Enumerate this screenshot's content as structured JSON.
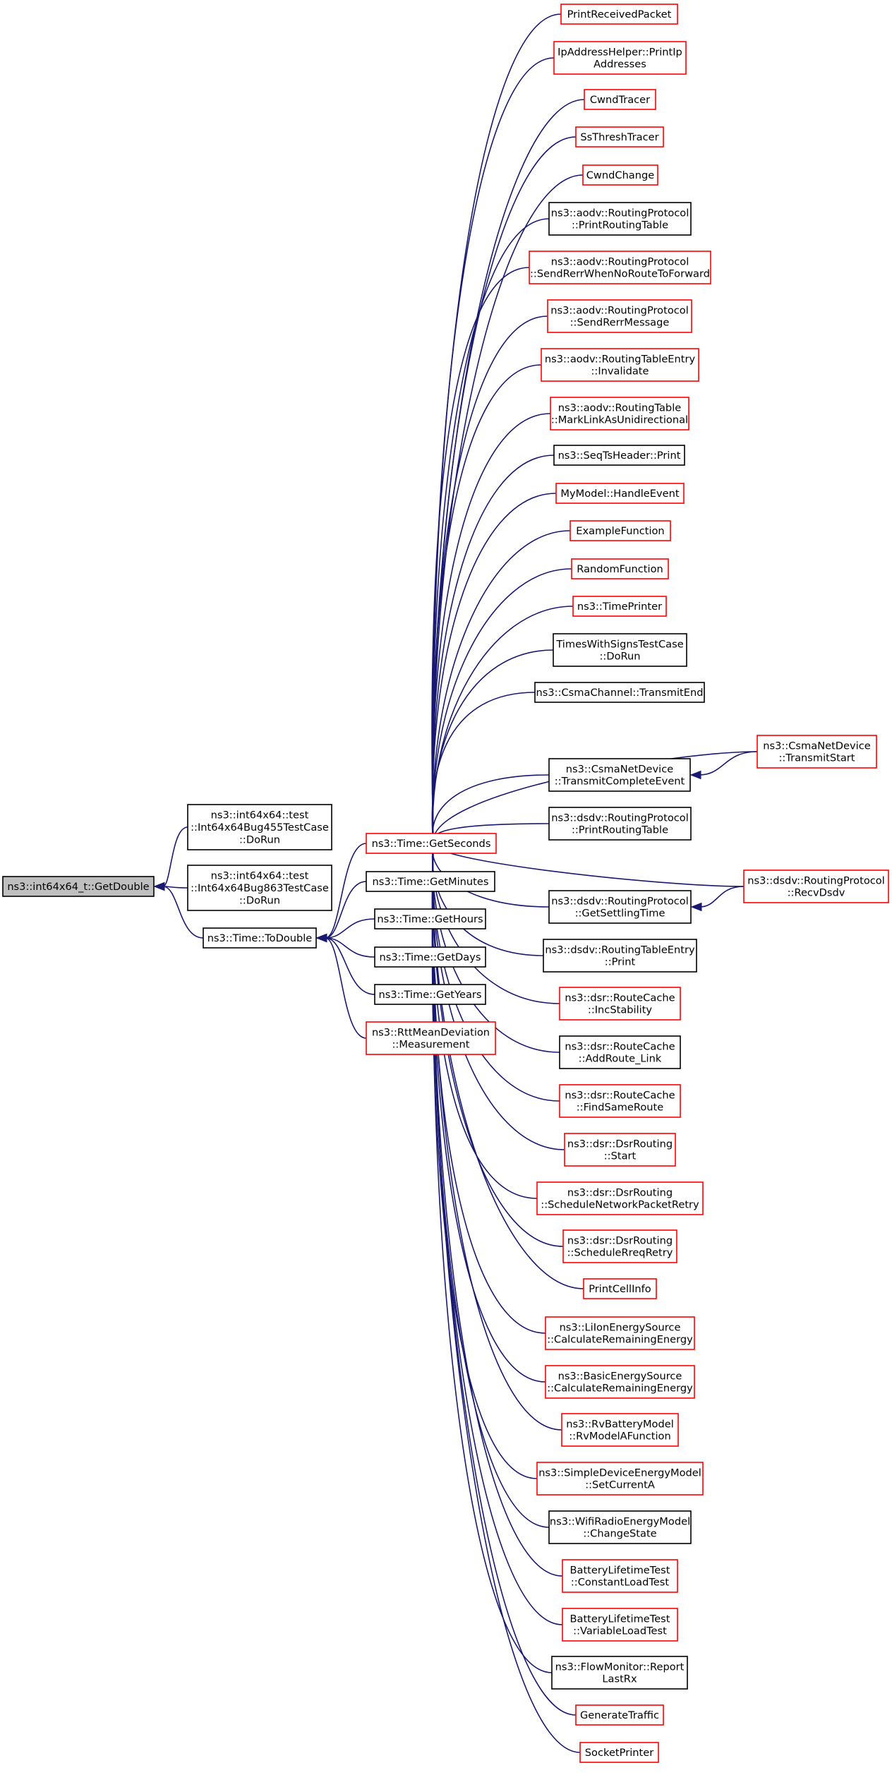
{
  "colors": {
    "black_border": "#000000",
    "red_border": "#ff0000",
    "root_fill": "#bfbfbf",
    "edge": "#191970"
  },
  "nodes": {
    "root": {
      "lines": [
        "ns3::int64x64_t::GetDouble"
      ],
      "border": "black",
      "root": true
    },
    "bug455": {
      "lines": [
        "ns3::int64x64::test",
        "::Int64x64Bug455TestCase",
        "::DoRun"
      ],
      "border": "black"
    },
    "bug863": {
      "lines": [
        "ns3::int64x64::test",
        "::Int64x64Bug863TestCase",
        "::DoRun"
      ],
      "border": "black"
    },
    "todouble": {
      "lines": [
        "ns3::Time::ToDouble"
      ],
      "border": "black"
    },
    "getseconds": {
      "lines": [
        "ns3::Time::GetSeconds"
      ],
      "border": "red"
    },
    "getminutes": {
      "lines": [
        "ns3::Time::GetMinutes"
      ],
      "border": "black"
    },
    "gethours": {
      "lines": [
        "ns3::Time::GetHours"
      ],
      "border": "black"
    },
    "getdays": {
      "lines": [
        "ns3::Time::GetDays"
      ],
      "border": "black"
    },
    "getyears": {
      "lines": [
        "ns3::Time::GetYears"
      ],
      "border": "black"
    },
    "rttmean": {
      "lines": [
        "ns3::RttMeanDeviation",
        "::Measurement"
      ],
      "border": "red"
    },
    "printreceived": {
      "lines": [
        "PrintReceivedPacket"
      ],
      "border": "red"
    },
    "ipaddr": {
      "lines": [
        "IpAddressHelper::PrintIp",
        "Addresses"
      ],
      "border": "red"
    },
    "cwndtracer": {
      "lines": [
        "CwndTracer"
      ],
      "border": "red"
    },
    "ssthresh": {
      "lines": [
        "SsThreshTracer"
      ],
      "border": "red"
    },
    "cwndchange": {
      "lines": [
        "CwndChange"
      ],
      "border": "red"
    },
    "aodv_print": {
      "lines": [
        "ns3::aodv::RoutingProtocol",
        "::PrintRoutingTable"
      ],
      "border": "black"
    },
    "aodv_rerr_noroute": {
      "lines": [
        "ns3::aodv::RoutingProtocol",
        "::SendRerrWhenNoRouteToForward"
      ],
      "border": "red"
    },
    "aodv_rerr_msg": {
      "lines": [
        "ns3::aodv::RoutingProtocol",
        "::SendRerrMessage"
      ],
      "border": "red"
    },
    "aodv_invalidate": {
      "lines": [
        "ns3::aodv::RoutingTableEntry",
        "::Invalidate"
      ],
      "border": "red"
    },
    "aodv_marklink": {
      "lines": [
        "ns3::aodv::RoutingTable",
        "::MarkLinkAsUnidirectional"
      ],
      "border": "red"
    },
    "seqts": {
      "lines": [
        "ns3::SeqTsHeader::Print"
      ],
      "border": "black"
    },
    "mymodel": {
      "lines": [
        "MyModel::HandleEvent"
      ],
      "border": "red"
    },
    "examplefn": {
      "lines": [
        "ExampleFunction"
      ],
      "border": "red"
    },
    "randomfn": {
      "lines": [
        "RandomFunction"
      ],
      "border": "red"
    },
    "timeprinter": {
      "lines": [
        "ns3::TimePrinter"
      ],
      "border": "red"
    },
    "timeswithsigns": {
      "lines": [
        "TimesWithSignsTestCase",
        "::DoRun"
      ],
      "border": "black"
    },
    "csmachannel": {
      "lines": [
        "ns3::CsmaChannel::TransmitEnd"
      ],
      "border": "black"
    },
    "csmadev_complete": {
      "lines": [
        "ns3::CsmaNetDevice",
        "::TransmitCompleteEvent"
      ],
      "border": "black"
    },
    "csmadev_start": {
      "lines": [
        "ns3::CsmaNetDevice",
        "::TransmitStart"
      ],
      "border": "red"
    },
    "dsdv_print": {
      "lines": [
        "ns3::dsdv::RoutingProtocol",
        "::PrintRoutingTable"
      ],
      "border": "black"
    },
    "dsdv_recv": {
      "lines": [
        "ns3::dsdv::RoutingProtocol",
        "::RecvDsdv"
      ],
      "border": "red"
    },
    "dsdv_settling": {
      "lines": [
        "ns3::dsdv::RoutingProtocol",
        "::GetSettlingTime"
      ],
      "border": "black"
    },
    "dsdv_entry": {
      "lines": [
        "ns3::dsdv::RoutingTableEntry",
        "::Print"
      ],
      "border": "black"
    },
    "dsr_inc": {
      "lines": [
        "ns3::dsr::RouteCache",
        "::IncStability"
      ],
      "border": "red"
    },
    "dsr_addroute": {
      "lines": [
        "ns3::dsr::RouteCache",
        "::AddRoute_Link"
      ],
      "border": "black"
    },
    "dsr_findsame": {
      "lines": [
        "ns3::dsr::RouteCache",
        "::FindSameRoute"
      ],
      "border": "red"
    },
    "dsr_start": {
      "lines": [
        "ns3::dsr::DsrRouting",
        "::Start"
      ],
      "border": "red"
    },
    "dsr_schednet": {
      "lines": [
        "ns3::dsr::DsrRouting",
        "::ScheduleNetworkPacketRetry"
      ],
      "border": "red"
    },
    "dsr_schedrreq": {
      "lines": [
        "ns3::dsr::DsrRouting",
        "::ScheduleRreqRetry"
      ],
      "border": "red"
    },
    "printcell": {
      "lines": [
        "PrintCellInfo"
      ],
      "border": "red"
    },
    "liion": {
      "lines": [
        "ns3::LiIonEnergySource",
        "::CalculateRemainingEnergy"
      ],
      "border": "red"
    },
    "basicenergy": {
      "lines": [
        "ns3::BasicEnergySource",
        "::CalculateRemainingEnergy"
      ],
      "border": "red"
    },
    "rvbattery": {
      "lines": [
        "ns3::RvBatteryModel",
        "::RvModelAFunction"
      ],
      "border": "red"
    },
    "simpledevice": {
      "lines": [
        "ns3::SimpleDeviceEnergyModel",
        "::SetCurrentA"
      ],
      "border": "red"
    },
    "wifiradio": {
      "lines": [
        "ns3::WifiRadioEnergyModel",
        "::ChangeState"
      ],
      "border": "black"
    },
    "batt_const": {
      "lines": [
        "BatteryLifetimeTest",
        "::ConstantLoadTest"
      ],
      "border": "red"
    },
    "batt_var": {
      "lines": [
        "BatteryLifetimeTest",
        "::VariableLoadTest"
      ],
      "border": "red"
    },
    "flowmon": {
      "lines": [
        "ns3::FlowMonitor::Report",
        "LastRx"
      ],
      "border": "black"
    },
    "gentraffic": {
      "lines": [
        "GenerateTraffic"
      ],
      "border": "red"
    },
    "socketprinter": {
      "lines": [
        "SocketPrinter"
      ],
      "border": "red"
    }
  },
  "edges": [
    [
      "bug455",
      "root"
    ],
    [
      "bug863",
      "root"
    ],
    [
      "todouble",
      "root"
    ],
    [
      "getseconds",
      "todouble"
    ],
    [
      "getminutes",
      "todouble"
    ],
    [
      "gethours",
      "todouble"
    ],
    [
      "getdays",
      "todouble"
    ],
    [
      "getyears",
      "todouble"
    ],
    [
      "rttmean",
      "todouble"
    ],
    [
      "printreceived",
      "getseconds"
    ],
    [
      "ipaddr",
      "getseconds"
    ],
    [
      "cwndtracer",
      "getseconds"
    ],
    [
      "ssthresh",
      "getseconds"
    ],
    [
      "cwndchange",
      "getseconds"
    ],
    [
      "aodv_print",
      "getseconds"
    ],
    [
      "aodv_rerr_noroute",
      "getseconds"
    ],
    [
      "aodv_rerr_msg",
      "getseconds"
    ],
    [
      "aodv_invalidate",
      "getseconds"
    ],
    [
      "aodv_marklink",
      "getseconds"
    ],
    [
      "seqts",
      "getseconds"
    ],
    [
      "mymodel",
      "getseconds"
    ],
    [
      "examplefn",
      "getseconds"
    ],
    [
      "randomfn",
      "getseconds"
    ],
    [
      "timeprinter",
      "getseconds"
    ],
    [
      "timeswithsigns",
      "getseconds"
    ],
    [
      "csmachannel",
      "getseconds"
    ],
    [
      "csmadev_start",
      "getseconds"
    ],
    [
      "csmadev_complete",
      "getseconds"
    ],
    [
      "csmadev_start",
      "csmadev_complete"
    ],
    [
      "dsdv_print",
      "getseconds"
    ],
    [
      "dsdv_recv",
      "getseconds"
    ],
    [
      "dsdv_settling",
      "getseconds"
    ],
    [
      "dsdv_recv",
      "dsdv_settling"
    ],
    [
      "dsdv_entry",
      "getseconds"
    ],
    [
      "dsr_inc",
      "getseconds"
    ],
    [
      "dsr_addroute",
      "getseconds"
    ],
    [
      "dsr_findsame",
      "getseconds"
    ],
    [
      "dsr_start",
      "getseconds"
    ],
    [
      "dsr_schednet",
      "getseconds"
    ],
    [
      "dsr_schedrreq",
      "getseconds"
    ],
    [
      "printcell",
      "getseconds"
    ],
    [
      "liion",
      "getseconds"
    ],
    [
      "basicenergy",
      "getseconds"
    ],
    [
      "rvbattery",
      "getseconds"
    ],
    [
      "simpledevice",
      "getseconds"
    ],
    [
      "wifiradio",
      "getseconds"
    ],
    [
      "batt_const",
      "getseconds"
    ],
    [
      "batt_var",
      "getseconds"
    ],
    [
      "flowmon",
      "getseconds"
    ],
    [
      "gentraffic",
      "getseconds"
    ],
    [
      "socketprinter",
      "getseconds"
    ]
  ]
}
